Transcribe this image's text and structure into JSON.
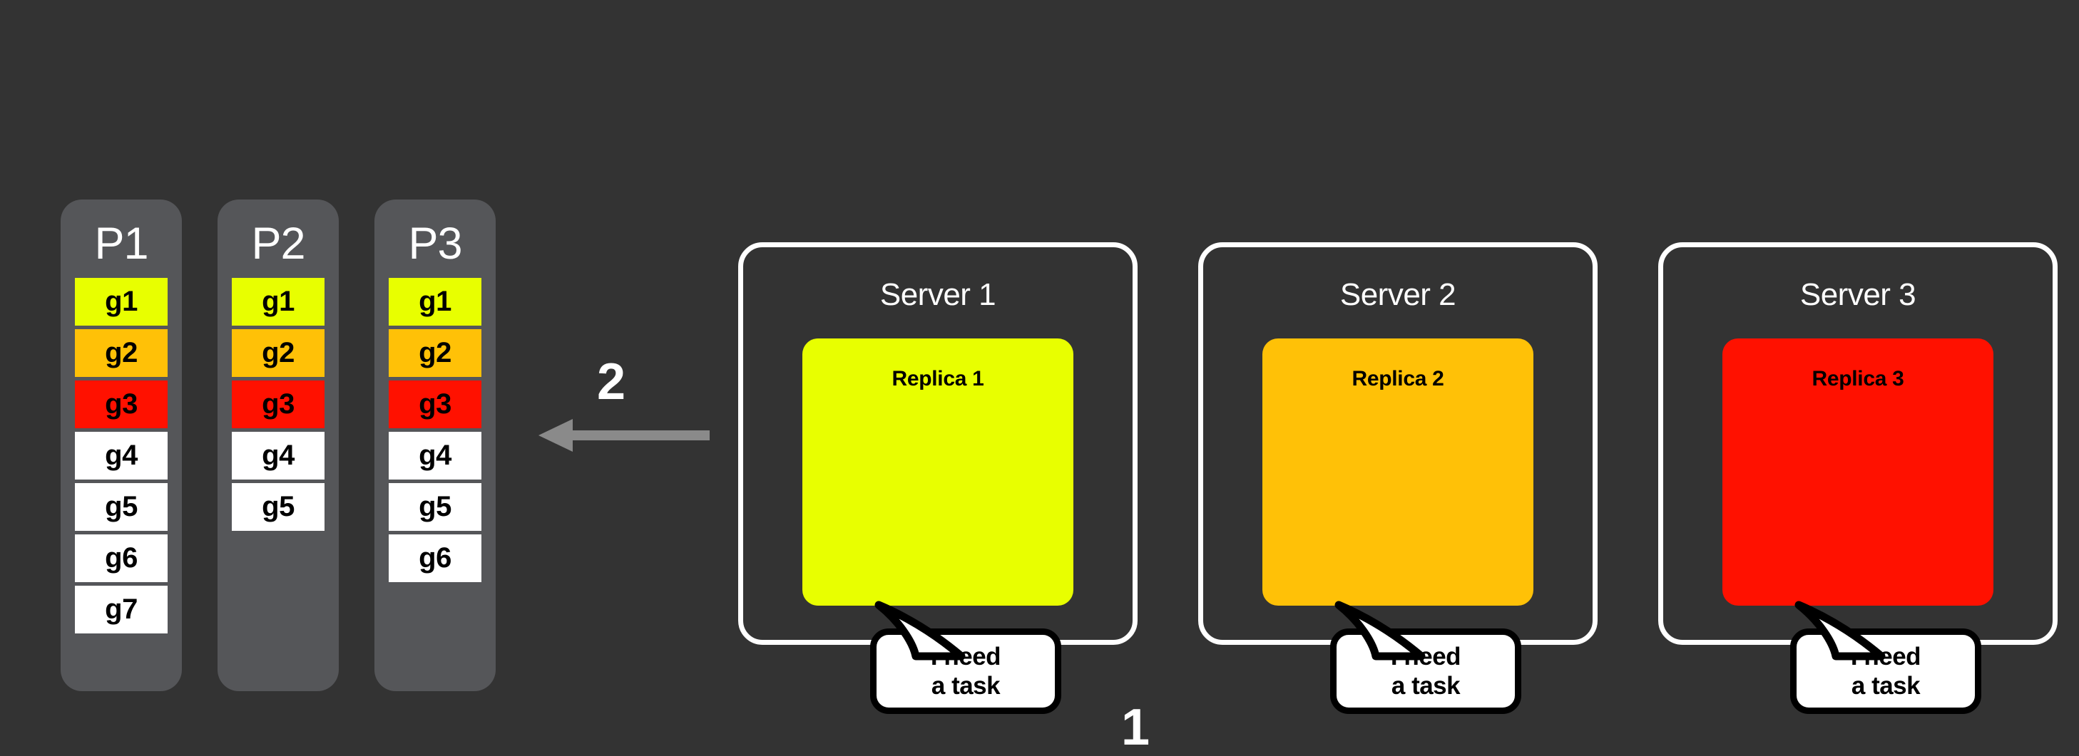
{
  "canvas": {
    "background_color": "#333333"
  },
  "colors": {
    "partition_background": "#555659",
    "slot_g1": "#E8FF00",
    "slot_g2": "#FFC107",
    "slot_g3": "#FF1100",
    "slot_plain": "#FFFFFF",
    "server_border": "#FFFFFF",
    "arrow": "#8A8A8A",
    "bubble_fill": "#FFFFFF",
    "bubble_stroke": "#000000",
    "text_light": "#FFFFFF",
    "text_dark": "#000000"
  },
  "partitions": [
    {
      "title": "P1",
      "slots": [
        {
          "label": "g1",
          "color": "#E8FF00"
        },
        {
          "label": "g2",
          "color": "#FFC107"
        },
        {
          "label": "g3",
          "color": "#FF1100"
        },
        {
          "label": "g4",
          "color": "#FFFFFF"
        },
        {
          "label": "g5",
          "color": "#FFFFFF"
        },
        {
          "label": "g6",
          "color": "#FFFFFF"
        },
        {
          "label": "g7",
          "color": "#FFFFFF"
        }
      ]
    },
    {
      "title": "P2",
      "slots": [
        {
          "label": "g1",
          "color": "#E8FF00"
        },
        {
          "label": "g2",
          "color": "#FFC107"
        },
        {
          "label": "g3",
          "color": "#FF1100"
        },
        {
          "label": "g4",
          "color": "#FFFFFF"
        },
        {
          "label": "g5",
          "color": "#FFFFFF"
        }
      ]
    },
    {
      "title": "P3",
      "slots": [
        {
          "label": "g1",
          "color": "#E8FF00"
        },
        {
          "label": "g2",
          "color": "#FFC107"
        },
        {
          "label": "g3",
          "color": "#FF1100"
        },
        {
          "label": "g4",
          "color": "#FFFFFF"
        },
        {
          "label": "g5",
          "color": "#FFFFFF"
        },
        {
          "label": "g6",
          "color": "#FFFFFF"
        }
      ]
    }
  ],
  "steps": {
    "step_one": "1",
    "step_two": "2"
  },
  "arrow": {
    "direction": "left",
    "color": "#8A8A8A"
  },
  "servers": [
    {
      "title": "Server 1",
      "replica_label": "Replica 1",
      "replica_color": "#E8FF00",
      "bubble": {
        "line1": "I need",
        "line2": "a task"
      }
    },
    {
      "title": "Server 2",
      "replica_label": "Replica 2",
      "replica_color": "#FFC107",
      "bubble": {
        "line1": "I need",
        "line2": "a task"
      }
    },
    {
      "title": "Server 3",
      "replica_label": "Replica 3",
      "replica_color": "#FF1100",
      "bubble": {
        "line1": "I need",
        "line2": "a task"
      }
    }
  ]
}
